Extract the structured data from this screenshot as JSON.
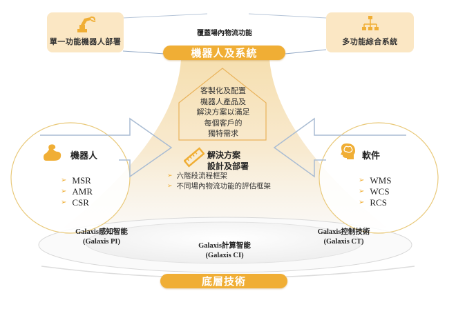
{
  "top": {
    "left_card": {
      "label": "單一功能機器人部署",
      "icon": "robot-arm-icon"
    },
    "right_card": {
      "label": "多功能綜合系統",
      "icon": "hierarchy-icon"
    },
    "connector_caption": "覆蓋場內物流功能",
    "main_pill": "機器人及系統"
  },
  "center": {
    "house_text": [
      "客製化及配置",
      "機器人產品及",
      "解決方案以滿足",
      "每個客戶的",
      "獨特需求"
    ],
    "solution": {
      "icon": "ruler-icon",
      "title_lines": [
        "解決方案",
        "設計及部署"
      ],
      "items": [
        "六階段流程框架",
        "不同場內物流功能的評估框架"
      ]
    }
  },
  "left_circle": {
    "icon": "muscle-arm-icon",
    "title": "機器人",
    "items": [
      "MSR",
      "AMR",
      "CSR"
    ]
  },
  "right_circle": {
    "icon": "brain-head-icon",
    "title": "軟件",
    "items": [
      "WMS",
      "WCS",
      "RCS"
    ]
  },
  "bottom": {
    "technologies": [
      {
        "name": "Galaxis感知智能",
        "abbr": "(Galaxis PI)"
      },
      {
        "name": "Galaxis計算智能",
        "abbr": "(Galaxis CI)"
      },
      {
        "name": "Galaxis控制技術",
        "abbr": "(Galaxis CT)"
      }
    ],
    "base_pill": "底層技術"
  },
  "colors": {
    "accent_orange": "#f0ae35",
    "card_beige": "#fbe7c4",
    "funnel_beige": "#f7e6c4",
    "arrow_blue": "#a9bcd3",
    "circle_gold": "#e9c97a"
  }
}
